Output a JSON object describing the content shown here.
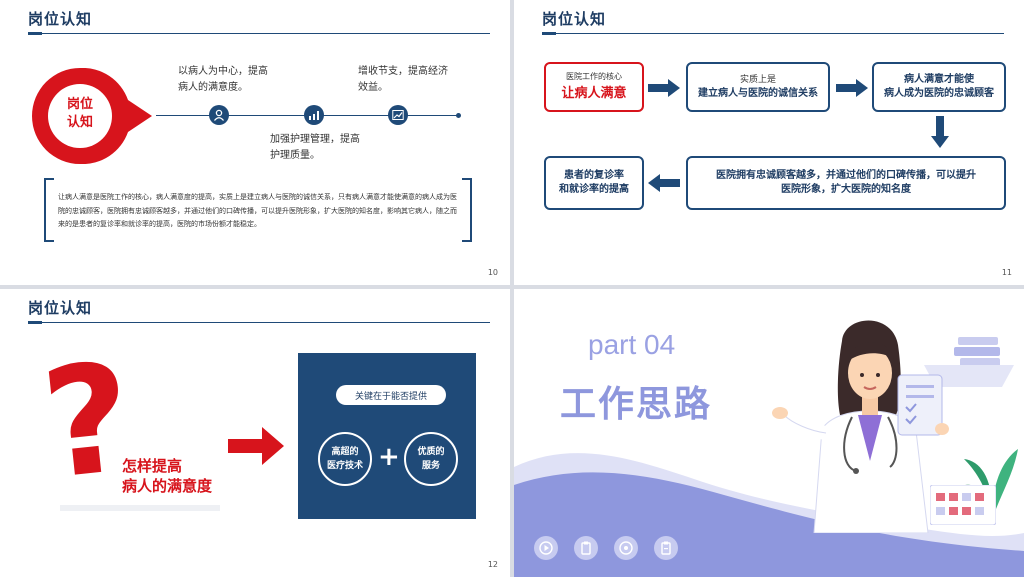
{
  "slide10": {
    "title": "岗位认知",
    "badge": "岗位\n认知",
    "point1": "以病人为中心，提高\n病人的满意度。",
    "point2": "加强护理管理，提高\n护理质量。",
    "point3": "增收节支，提高经济\n效益。",
    "body": "让病人满意是医院工作的核心，病人满意度的提高，实质上是建立病人与医院的诚信关系，只有病人满意才能使满意的病人成为医院的忠诚顾客，医院拥有忠诚顾客越多，并通过他们的口碑传播，可以提升医院形象，扩大医院的知名度，影响其它病人，随之而来的是患者的复诊率和就诊率的提高，医院的市场份额才能稳定。",
    "page": "10",
    "colors": {
      "red": "#d7141c",
      "navy": "#1f4a78"
    }
  },
  "slide11": {
    "title": "岗位认知",
    "box1_small": "医院工作的核心",
    "box1_big": "让病人满意",
    "box2_line1": "实质上是",
    "box2_line2": "建立病人与医院的诚信关系",
    "box3": "病人满意才能使\n病人成为医院的忠诚顾客",
    "box4": "医院拥有忠诚顾客越多，并通过他们的口碑传播，可以提升\n医院形象，扩大医院的知名度",
    "box5": "患者的复诊率\n和就诊率的提高",
    "page": "11"
  },
  "slide12": {
    "title": "岗位认知",
    "question_mark": "?",
    "question": "怎样提高\n病人的满意度",
    "key_pill": "关键在于能否提供",
    "circle1": "高超的\n医疗技术",
    "plus": "+",
    "circle2": "优质的\n服务",
    "page": "12"
  },
  "slide13": {
    "part": "part 04",
    "heading": "工作思路",
    "colors": {
      "lavender": "#8e97dd",
      "light": "#c9ccef"
    }
  }
}
